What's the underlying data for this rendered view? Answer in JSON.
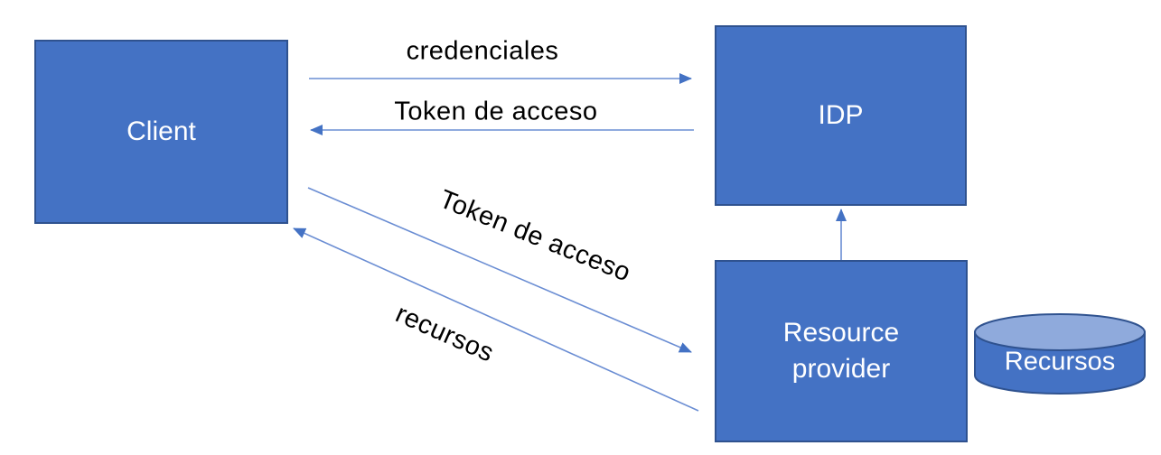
{
  "nodes": {
    "client": {
      "label": "Client"
    },
    "idp": {
      "label": "IDP"
    },
    "resource_provider": {
      "label": "Resource provider"
    },
    "recursos_db": {
      "label": "Recursos"
    }
  },
  "edges": {
    "credenciales": {
      "label": "credenciales"
    },
    "token_acceso_idp_to_client": {
      "label": "Token de acceso"
    },
    "token_acceso_client_to_rp": {
      "label": "Token de acceso"
    },
    "recursos": {
      "label": "recursos"
    }
  },
  "colors": {
    "node_fill": "#4472C4",
    "node_border": "#2F528F",
    "cylinder_top_fill": "#8FAADC",
    "arrow_line": "#6A8DD3",
    "arrowhead": "#4472C4",
    "node_text": "#FFFFFF",
    "label_text": "#000000",
    "background": "#FFFFFF"
  }
}
